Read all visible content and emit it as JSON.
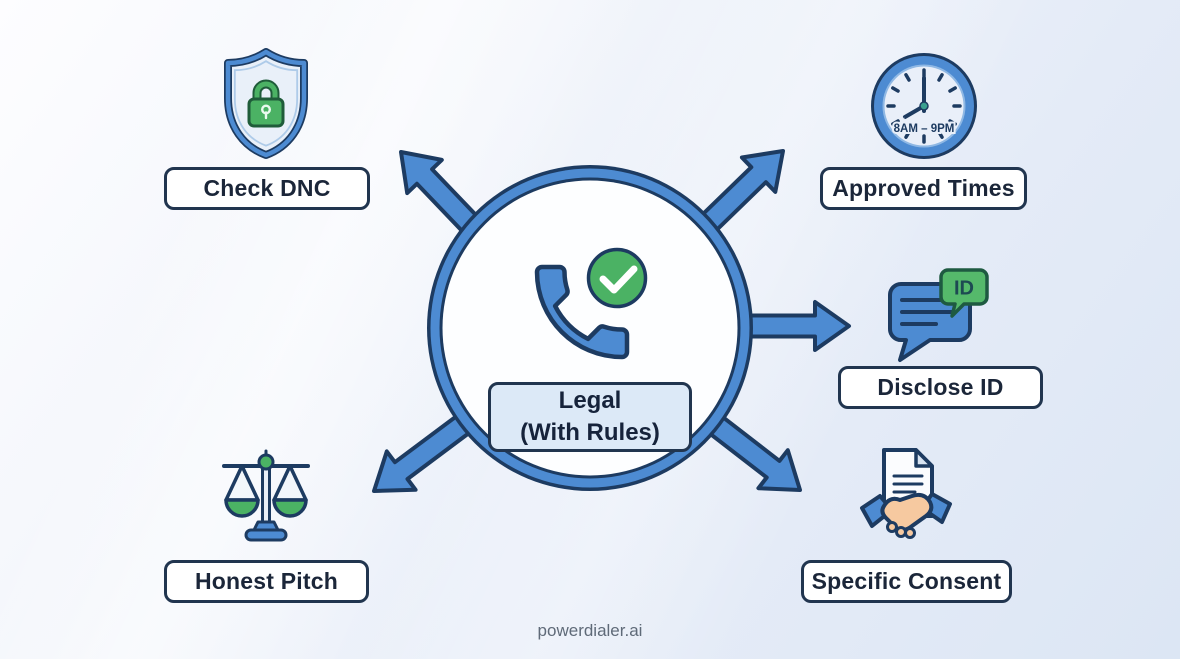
{
  "footer": {
    "watermark": "powerdialer.ai"
  },
  "center": {
    "icon": "phone-check-icon",
    "line1": "Legal",
    "line2": "(With Rules)"
  },
  "nodes": [
    {
      "id": "check-dnc",
      "label": "Check DNC",
      "icon": "shield-lock-icon",
      "position": "top-left"
    },
    {
      "id": "approved-times",
      "label": "Approved Times",
      "icon": "clock-icon",
      "position": "top-right",
      "clock_text": "8AM – 9PM"
    },
    {
      "id": "disclose-id",
      "label": "Disclose ID",
      "icon": "chat-id-icon",
      "position": "right",
      "badge_text": "ID"
    },
    {
      "id": "specific-consent",
      "label": "Specific Consent",
      "icon": "document-handshake-icon",
      "position": "bottom-right"
    },
    {
      "id": "honest-pitch",
      "label": "Honest Pitch",
      "icon": "scales-icon",
      "position": "bottom-left"
    }
  ],
  "colors": {
    "arrow_blue": "#4d8bd2",
    "outline_navy": "#1d3b61",
    "green": "#4bb264",
    "skin": "#f6c9a0",
    "label_bg": "#ffffff",
    "center_label_bg": "#dce9f7",
    "background_start": "#fdfdff",
    "background_end": "#dce6f4"
  }
}
